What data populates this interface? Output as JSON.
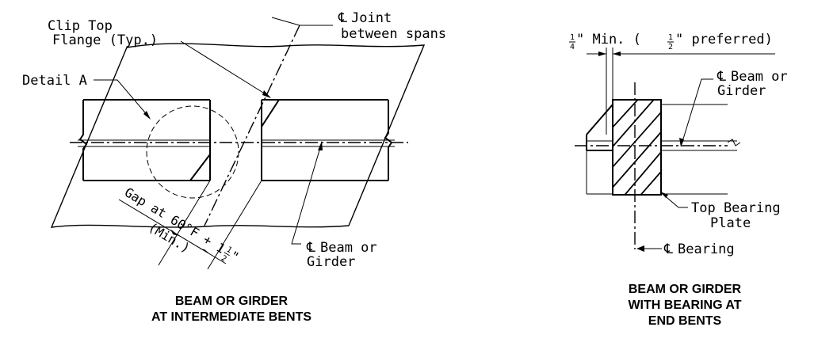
{
  "left_view": {
    "labels": {
      "clip_top_1": "Clip Top",
      "clip_top_2": "Flange (Typ.)",
      "joint_1": "Joint",
      "joint_2": "between spans",
      "detail": "Detail A",
      "gap_1": "Gap at 60°F + 1",
      "gap_2": "(Min.)",
      "beam_1": "Beam or",
      "beam_2": "Girder"
    },
    "fraction_gap": [
      "1",
      "2"
    ],
    "title_1": "BEAM OR GIRDER",
    "title_2": "AT INTERMEDIATE BENTS"
  },
  "right_view": {
    "labels": {
      "min_text": "\" Min. (",
      "preferred": "\" preferred)",
      "beam_1": "Beam or",
      "beam_2": "Girder",
      "plate_1": "Top Bearing",
      "plate_2": "Plate",
      "bearing": "Bearing"
    },
    "fraction_min": [
      "1",
      "4"
    ],
    "fraction_pref": [
      "1",
      "2"
    ],
    "title_1": "BEAM OR GIRDER",
    "title_2": "WITH BEARING AT",
    "title_3": "END BENTS"
  },
  "centerline_symbol": "℄"
}
